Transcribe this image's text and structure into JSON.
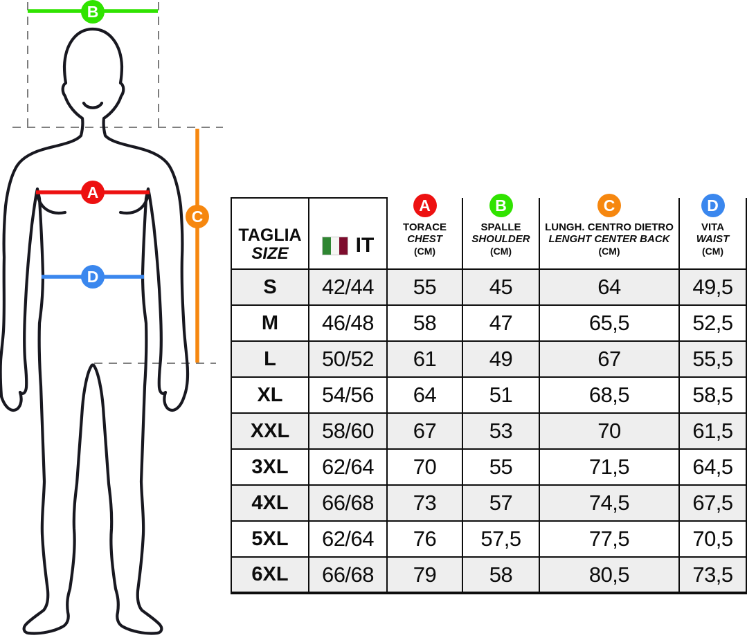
{
  "page": {
    "background": "#ffffff"
  },
  "diagram": {
    "description": "male-body-outline-with-measurement-guides",
    "markers": [
      {
        "label": "A",
        "color": "#ed1111",
        "measure": "chest"
      },
      {
        "label": "B",
        "color": "#30e300",
        "measure": "shoulder"
      },
      {
        "label": "C",
        "color": "#f6870f",
        "measure": "length-center-back"
      },
      {
        "label": "D",
        "color": "#3a87ee",
        "measure": "waist"
      }
    ]
  },
  "table": {
    "header": {
      "col_size_line1": "TAGLIA",
      "col_size_line2": "SIZE",
      "col_country_label": "IT",
      "col_country_flag": "italy-flag",
      "columns": [
        {
          "marker": "A",
          "line1": "TORACE",
          "line2": "CHEST",
          "line3": "(CM)"
        },
        {
          "marker": "B",
          "line1": "SPALLE",
          "line2": "SHOULDER",
          "line3": "(CM)"
        },
        {
          "marker": "C",
          "line1": "LUNGH. CENTRO DIETRO",
          "line2": "LENGHT CENTER BACK",
          "line3": "(CM)"
        },
        {
          "marker": "D",
          "line1": "VITA",
          "line2": "WAIST",
          "line3": "(CM)"
        }
      ]
    },
    "rows": [
      {
        "size": "S",
        "it": "42/44",
        "chest": "55",
        "shoulder": "45",
        "back": "64",
        "waist": "49,5"
      },
      {
        "size": "M",
        "it": "46/48",
        "chest": "58",
        "shoulder": "47",
        "back": "65,5",
        "waist": "52,5"
      },
      {
        "size": "L",
        "it": "50/52",
        "chest": "61",
        "shoulder": "49",
        "back": "67",
        "waist": "55,5"
      },
      {
        "size": "XL",
        "it": "54/56",
        "chest": "64",
        "shoulder": "51",
        "back": "68,5",
        "waist": "58,5"
      },
      {
        "size": "XXL",
        "it": "58/60",
        "chest": "67",
        "shoulder": "53",
        "back": "70",
        "waist": "61,5"
      },
      {
        "size": "3XL",
        "it": "62/64",
        "chest": "70",
        "shoulder": "55",
        "back": "71,5",
        "waist": "64,5"
      },
      {
        "size": "4XL",
        "it": "66/68",
        "chest": "73",
        "shoulder": "57",
        "back": "74,5",
        "waist": "67,5"
      },
      {
        "size": "5XL",
        "it": "62/64",
        "chest": "76",
        "shoulder": "57,5",
        "back": "77,5",
        "waist": "70,5"
      },
      {
        "size": "6XL",
        "it": "66/68",
        "chest": "79",
        "shoulder": "58",
        "back": "80,5",
        "waist": "73,5"
      }
    ]
  }
}
